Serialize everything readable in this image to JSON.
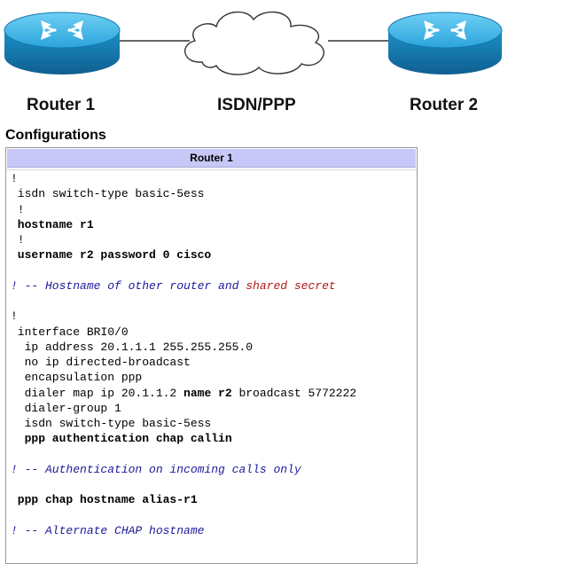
{
  "diagram": {
    "router1_label": "Router 1",
    "link_label": "ISDN/PPP",
    "router2_label": "Router 2"
  },
  "heading": "Configurations",
  "config_table": {
    "header": "Router 1",
    "lines": [
      {
        "text": "!",
        "bold": false
      },
      {
        "text": " isdn switch-type basic-5ess",
        "bold": false
      },
      {
        "text": " !",
        "bold": false
      },
      {
        "text": " hostname r1",
        "bold": true
      },
      {
        "text": " !",
        "bold": false
      },
      {
        "text": " username r2 password 0 cisco",
        "bold": true
      },
      {
        "text": "",
        "bold": false
      },
      {
        "comment": true,
        "text": "! -- Hostname of other router and ",
        "highlight": "shared secret"
      },
      {
        "text": "",
        "bold": false
      },
      {
        "text": "!",
        "bold": false
      },
      {
        "text": " interface BRI0/0",
        "bold": false
      },
      {
        "text": "  ip address 20.1.1.1 255.255.255.0",
        "bold": false
      },
      {
        "text": "  no ip directed-broadcast",
        "bold": false
      },
      {
        "text": "  encapsulation ppp",
        "bold": false
      },
      {
        "parts": [
          {
            "text": "  dialer map ip 20.1.1.2 ",
            "bold": false
          },
          {
            "text": "name r2",
            "bold": true
          },
          {
            "text": " broadcast 5772222",
            "bold": false
          }
        ]
      },
      {
        "text": "  dialer-group 1",
        "bold": false
      },
      {
        "text": "  isdn switch-type basic-5ess",
        "bold": false
      },
      {
        "text": "  ppp authentication chap callin",
        "bold": true
      },
      {
        "text": "",
        "bold": false
      },
      {
        "comment": true,
        "text": "! -- Authentication on incoming calls only"
      },
      {
        "text": "",
        "bold": false
      },
      {
        "text": " ppp chap hostname alias-r1",
        "bold": true
      },
      {
        "text": "",
        "bold": false
      },
      {
        "comment": true,
        "text": "! -- Alternate CHAP hostname"
      }
    ]
  },
  "colors": {
    "router_body": "#1d8fc8",
    "router_top": "#4fb8e6",
    "table_header": "#c8c8f8",
    "comment": "#1a1a9a",
    "comment_highlight": "#b01818"
  }
}
